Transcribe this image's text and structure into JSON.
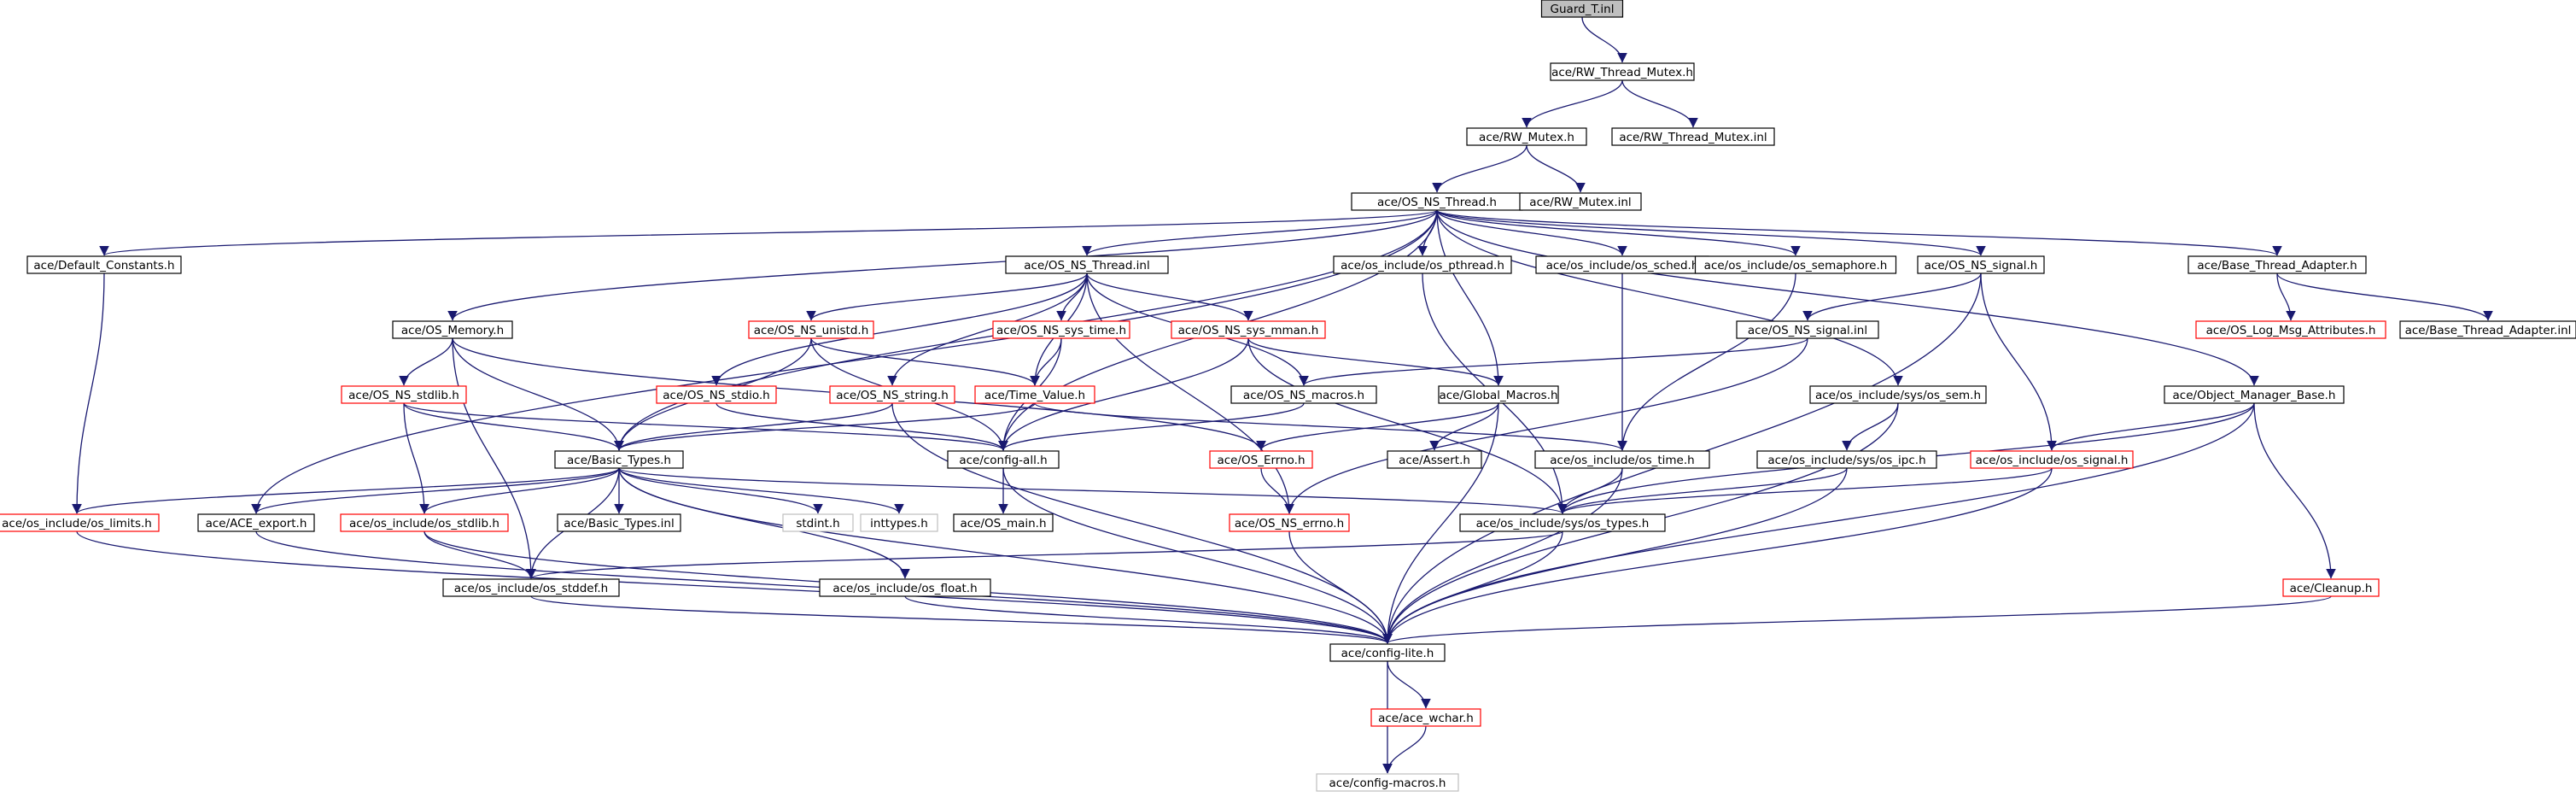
{
  "title": "",
  "colors": {
    "edge": "#191970",
    "border_normal": "#000000",
    "border_red": "#ff0000",
    "border_gray": "#bfbfbf",
    "fill_root": "#bfbfbf",
    "fill_normal": "#ffffff",
    "text": "#000000"
  },
  "nodes": [
    {
      "id": "guard_t_inl",
      "label": "Guard_T.inl",
      "style": "root"
    },
    {
      "id": "rw_thread_mutex_h",
      "label": "ace/RW_Thread_Mutex.h",
      "style": "normal"
    },
    {
      "id": "rw_mutex_h",
      "label": "ace/RW_Mutex.h",
      "style": "normal"
    },
    {
      "id": "rw_thread_mutex_inl",
      "label": "ace/RW_Thread_Mutex.inl",
      "style": "normal"
    },
    {
      "id": "os_ns_thread_h",
      "label": "ace/OS_NS_Thread.h",
      "style": "normal"
    },
    {
      "id": "rw_mutex_inl",
      "label": "ace/RW_Mutex.inl",
      "style": "normal"
    },
    {
      "id": "default_constants_h",
      "label": "ace/Default_Constants.h",
      "style": "normal"
    },
    {
      "id": "os_ns_thread_inl",
      "label": "ace/OS_NS_Thread.inl",
      "style": "normal"
    },
    {
      "id": "os_include_os_pthread_h",
      "label": "ace/os_include/os_pthread.h",
      "style": "normal"
    },
    {
      "id": "os_include_os_sched_h",
      "label": "ace/os_include/os_sched.h",
      "style": "normal"
    },
    {
      "id": "os_include_os_semaphore_h",
      "label": "ace/os_include/os_semaphore.h",
      "style": "normal"
    },
    {
      "id": "os_ns_signal_h",
      "label": "ace/OS_NS_signal.h",
      "style": "normal"
    },
    {
      "id": "base_thread_adapter_h",
      "label": "ace/Base_Thread_Adapter.h",
      "style": "normal"
    },
    {
      "id": "os_memory_h",
      "label": "ace/OS_Memory.h",
      "style": "normal"
    },
    {
      "id": "os_ns_unistd_h",
      "label": "ace/OS_NS_unistd.h",
      "style": "red"
    },
    {
      "id": "os_ns_sys_time_h",
      "label": "ace/OS_NS_sys_time.h",
      "style": "red"
    },
    {
      "id": "os_ns_sys_mman_h",
      "label": "ace/OS_NS_sys_mman.h",
      "style": "red"
    },
    {
      "id": "os_ns_signal_inl",
      "label": "ace/OS_NS_signal.inl",
      "style": "normal"
    },
    {
      "id": "os_log_msg_attributes_h",
      "label": "ace/OS_Log_Msg_Attributes.h",
      "style": "red"
    },
    {
      "id": "base_thread_adapter_inl",
      "label": "ace/Base_Thread_Adapter.inl",
      "style": "normal"
    },
    {
      "id": "os_ns_stdlib_h",
      "label": "ace/OS_NS_stdlib.h",
      "style": "red"
    },
    {
      "id": "os_ns_stdio_h",
      "label": "ace/OS_NS_stdio.h",
      "style": "red"
    },
    {
      "id": "os_ns_string_h",
      "label": "ace/OS_NS_string.h",
      "style": "red"
    },
    {
      "id": "time_value_h",
      "label": "ace/Time_Value.h",
      "style": "red"
    },
    {
      "id": "os_ns_macros_h",
      "label": "ace/OS_NS_macros.h",
      "style": "normal"
    },
    {
      "id": "global_macros_h",
      "label": "ace/Global_Macros.h",
      "style": "normal"
    },
    {
      "id": "os_include_sys_os_sem_h",
      "label": "ace/os_include/sys/os_sem.h",
      "style": "normal"
    },
    {
      "id": "object_manager_base_h",
      "label": "ace/Object_Manager_Base.h",
      "style": "normal"
    },
    {
      "id": "basic_types_h",
      "label": "ace/Basic_Types.h",
      "style": "normal"
    },
    {
      "id": "config_all_h",
      "label": "ace/config-all.h",
      "style": "normal"
    },
    {
      "id": "os_errno_h",
      "label": "ace/OS_Errno.h",
      "style": "red"
    },
    {
      "id": "assert_h",
      "label": "ace/Assert.h",
      "style": "normal"
    },
    {
      "id": "os_include_os_time_h",
      "label": "ace/os_include/os_time.h",
      "style": "normal"
    },
    {
      "id": "os_include_sys_os_ipc_h",
      "label": "ace/os_include/sys/os_ipc.h",
      "style": "normal"
    },
    {
      "id": "os_include_os_signal_h",
      "label": "ace/os_include/os_signal.h",
      "style": "red"
    },
    {
      "id": "os_include_os_limits_h",
      "label": "ace/os_include/os_limits.h",
      "style": "red"
    },
    {
      "id": "ace_export_h",
      "label": "ace/ACE_export.h",
      "style": "normal"
    },
    {
      "id": "os_include_os_stdlib_h",
      "label": "ace/os_include/os_stdlib.h",
      "style": "red"
    },
    {
      "id": "basic_types_inl",
      "label": "ace/Basic_Types.inl",
      "style": "normal"
    },
    {
      "id": "stdint_h",
      "label": "stdint.h",
      "style": "gray"
    },
    {
      "id": "inttypes_h",
      "label": "inttypes.h",
      "style": "gray"
    },
    {
      "id": "os_main_h",
      "label": "ace/OS_main.h",
      "style": "normal"
    },
    {
      "id": "os_ns_errno_h",
      "label": "ace/OS_NS_errno.h",
      "style": "red"
    },
    {
      "id": "os_include_sys_os_types_h",
      "label": "ace/os_include/sys/os_types.h",
      "style": "normal"
    },
    {
      "id": "cleanup_h",
      "label": "ace/Cleanup.h",
      "style": "red"
    },
    {
      "id": "os_include_os_stddef_h",
      "label": "ace/os_include/os_stddef.h",
      "style": "normal"
    },
    {
      "id": "os_include_os_float_h",
      "label": "ace/os_include/os_float.h",
      "style": "normal"
    },
    {
      "id": "config_lite_h",
      "label": "ace/config-lite.h",
      "style": "normal"
    },
    {
      "id": "ace_wchar_h",
      "label": "ace/ace_wchar.h",
      "style": "red"
    },
    {
      "id": "config_macros_h",
      "label": "ace/config-macros.h",
      "style": "gray"
    }
  ],
  "edges": [
    [
      "guard_t_inl",
      "rw_thread_mutex_h"
    ],
    [
      "rw_thread_mutex_h",
      "rw_mutex_h"
    ],
    [
      "rw_thread_mutex_h",
      "rw_thread_mutex_inl"
    ],
    [
      "rw_mutex_h",
      "os_ns_thread_h"
    ],
    [
      "rw_mutex_h",
      "rw_mutex_inl"
    ],
    [
      "os_ns_thread_h",
      "default_constants_h"
    ],
    [
      "os_ns_thread_h",
      "os_ns_thread_inl"
    ],
    [
      "os_ns_thread_h",
      "os_include_os_pthread_h"
    ],
    [
      "os_ns_thread_h",
      "os_include_os_sched_h"
    ],
    [
      "os_ns_thread_h",
      "os_include_os_semaphore_h"
    ],
    [
      "os_ns_thread_h",
      "os_ns_signal_h"
    ],
    [
      "os_ns_thread_h",
      "base_thread_adapter_h"
    ],
    [
      "os_ns_thread_h",
      "os_memory_h"
    ],
    [
      "os_ns_thread_h",
      "global_macros_h"
    ],
    [
      "os_ns_thread_h",
      "os_include_sys_os_sem_h"
    ],
    [
      "os_ns_thread_h",
      "object_manager_base_h"
    ],
    [
      "os_ns_thread_h",
      "basic_types_h"
    ],
    [
      "os_ns_thread_h",
      "ace_export_h"
    ],
    [
      "os_ns_thread_h",
      "config_all_h"
    ],
    [
      "default_constants_h",
      "os_include_os_limits_h"
    ],
    [
      "os_ns_thread_inl",
      "os_ns_unistd_h"
    ],
    [
      "os_ns_thread_inl",
      "os_ns_sys_time_h"
    ],
    [
      "os_ns_thread_inl",
      "os_ns_sys_mman_h"
    ],
    [
      "os_ns_thread_inl",
      "os_ns_stdio_h"
    ],
    [
      "os_ns_thread_inl",
      "os_ns_string_h"
    ],
    [
      "os_ns_thread_inl",
      "time_value_h"
    ],
    [
      "os_ns_thread_inl",
      "os_ns_macros_h"
    ],
    [
      "os_ns_thread_inl",
      "os_ns_errno_h"
    ],
    [
      "os_include_os_pthread_h",
      "os_include_sys_os_types_h"
    ],
    [
      "os_include_os_sched_h",
      "os_include_os_time_h"
    ],
    [
      "os_include_os_semaphore_h",
      "os_include_os_time_h"
    ],
    [
      "os_ns_signal_h",
      "os_ns_signal_inl"
    ],
    [
      "os_ns_signal_h",
      "os_include_os_signal_h"
    ],
    [
      "os_ns_signal_h",
      "config_lite_h"
    ],
    [
      "base_thread_adapter_h",
      "os_log_msg_attributes_h"
    ],
    [
      "base_thread_adapter_h",
      "base_thread_adapter_inl"
    ],
    [
      "os_memory_h",
      "os_ns_stdlib_h"
    ],
    [
      "os_memory_h",
      "basic_types_h"
    ],
    [
      "os_memory_h",
      "os_errno_h"
    ],
    [
      "os_memory_h",
      "os_include_os_stddef_h"
    ],
    [
      "os_ns_unistd_h",
      "time_value_h"
    ],
    [
      "os_ns_unistd_h",
      "basic_types_h"
    ],
    [
      "os_ns_unistd_h",
      "config_all_h"
    ],
    [
      "os_ns_sys_time_h",
      "time_value_h"
    ],
    [
      "os_ns_sys_time_h",
      "config_all_h"
    ],
    [
      "os_ns_sys_mman_h",
      "config_all_h"
    ],
    [
      "os_ns_sys_mman_h",
      "os_include_sys_os_types_h"
    ],
    [
      "os_ns_sys_mman_h",
      "global_macros_h"
    ],
    [
      "os_ns_signal_inl",
      "os_ns_macros_h"
    ],
    [
      "os_ns_signal_inl",
      "os_ns_errno_h"
    ],
    [
      "os_ns_stdlib_h",
      "basic_types_h"
    ],
    [
      "os_ns_stdlib_h",
      "os_include_os_stdlib_h"
    ],
    [
      "os_ns_stdlib_h",
      "config_all_h"
    ],
    [
      "os_ns_stdio_h",
      "config_all_h"
    ],
    [
      "os_ns_string_h",
      "basic_types_h"
    ],
    [
      "os_ns_string_h",
      "config_lite_h"
    ],
    [
      "time_value_h",
      "basic_types_h"
    ],
    [
      "time_value_h",
      "os_include_os_time_h"
    ],
    [
      "os_ns_macros_h",
      "config_all_h"
    ],
    [
      "global_macros_h",
      "os_errno_h"
    ],
    [
      "global_macros_h",
      "assert_h"
    ],
    [
      "global_macros_h",
      "config_lite_h"
    ],
    [
      "os_include_sys_os_sem_h",
      "os_include_sys_os_ipc_h"
    ],
    [
      "os_include_sys_os_sem_h",
      "config_lite_h"
    ],
    [
      "object_manager_base_h",
      "os_include_os_signal_h"
    ],
    [
      "object_manager_base_h",
      "os_include_sys_os_types_h"
    ],
    [
      "object_manager_base_h",
      "cleanup_h"
    ],
    [
      "object_manager_base_h",
      "config_lite_h"
    ],
    [
      "basic_types_h",
      "os_include_os_limits_h"
    ],
    [
      "basic_types_h",
      "ace_export_h"
    ],
    [
      "basic_types_h",
      "os_include_os_stdlib_h"
    ],
    [
      "basic_types_h",
      "basic_types_inl"
    ],
    [
      "basic_types_h",
      "stdint_h"
    ],
    [
      "basic_types_h",
      "inttypes_h"
    ],
    [
      "basic_types_h",
      "os_include_sys_os_types_h"
    ],
    [
      "basic_types_h",
      "os_include_os_stddef_h"
    ],
    [
      "basic_types_h",
      "os_include_os_float_h"
    ],
    [
      "basic_types_h",
      "config_lite_h"
    ],
    [
      "config_all_h",
      "os_main_h"
    ],
    [
      "config_all_h",
      "config_lite_h"
    ],
    [
      "os_errno_h",
      "os_ns_errno_h"
    ],
    [
      "os_include_os_time_h",
      "os_include_sys_os_types_h"
    ],
    [
      "os_include_os_time_h",
      "config_lite_h"
    ],
    [
      "os_include_sys_os_ipc_h",
      "os_include_sys_os_types_h"
    ],
    [
      "os_include_sys_os_ipc_h",
      "config_lite_h"
    ],
    [
      "os_include_os_signal_h",
      "os_include_sys_os_types_h"
    ],
    [
      "os_include_os_signal_h",
      "config_lite_h"
    ],
    [
      "os_include_os_limits_h",
      "config_lite_h"
    ],
    [
      "ace_export_h",
      "config_lite_h"
    ],
    [
      "os_include_os_stdlib_h",
      "os_include_os_stddef_h"
    ],
    [
      "os_include_os_stdlib_h",
      "config_lite_h"
    ],
    [
      "os_ns_errno_h",
      "config_lite_h"
    ],
    [
      "os_include_sys_os_types_h",
      "os_include_os_stddef_h"
    ],
    [
      "os_include_sys_os_types_h",
      "config_lite_h"
    ],
    [
      "cleanup_h",
      "config_lite_h"
    ],
    [
      "os_include_os_stddef_h",
      "config_lite_h"
    ],
    [
      "os_include_os_float_h",
      "config_lite_h"
    ],
    [
      "config_lite_h",
      "ace_wchar_h"
    ],
    [
      "config_lite_h",
      "config_macros_h"
    ],
    [
      "ace_wchar_h",
      "config_macros_h"
    ]
  ]
}
